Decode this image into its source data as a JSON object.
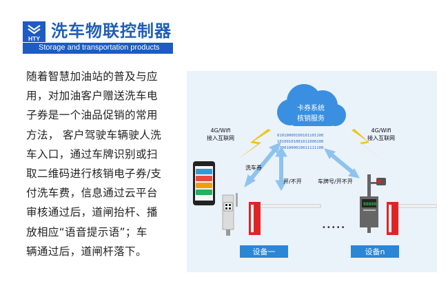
{
  "header": {
    "logo_text": "HTY",
    "title": "洗车物联控制器",
    "subtitle": "Storage and transportation  products"
  },
  "description": [
    "随着智慧加油站的普及与应",
    "用，对加油客户赠送洗车电",
    "子券是一个油品促销的常用",
    "方法， 客户驾驶车辆驶人洗",
    "车入口，通过车牌识别或扫",
    "取二维码进行核销电子券/支",
    "付洗车费，信息通过云平台",
    "审核通过后，道闸抬杆、播",
    "放相应“语音提示语”；车",
    "辆通过后，道闸杆落下。"
  ],
  "diagram": {
    "cloud_line1": "卡券系统",
    "cloud_line2": "核销服务",
    "binary_lines": [
      "01010000100101101100",
      "10100101001011000100",
      "01001000010011111100"
    ],
    "left_net_line1": "4G/Wifi",
    "left_net_line2": "接入互联网",
    "right_net_line1": "4G/Wifi",
    "right_net_line2": "接入互联网",
    "coupon_label": "洗车券",
    "open_close_label": "开/不开",
    "plate_label": "车牌号/开不开",
    "dots": "•••••",
    "device1_label": "设备一",
    "deviceN_label": "设备n",
    "colors": {
      "panel_bg": "#eaf2fa",
      "label_bg": "#2b86d6",
      "barrier_red": "#e02426",
      "lightning": "#f2c40e",
      "cloud": "#3a8fe0"
    }
  }
}
